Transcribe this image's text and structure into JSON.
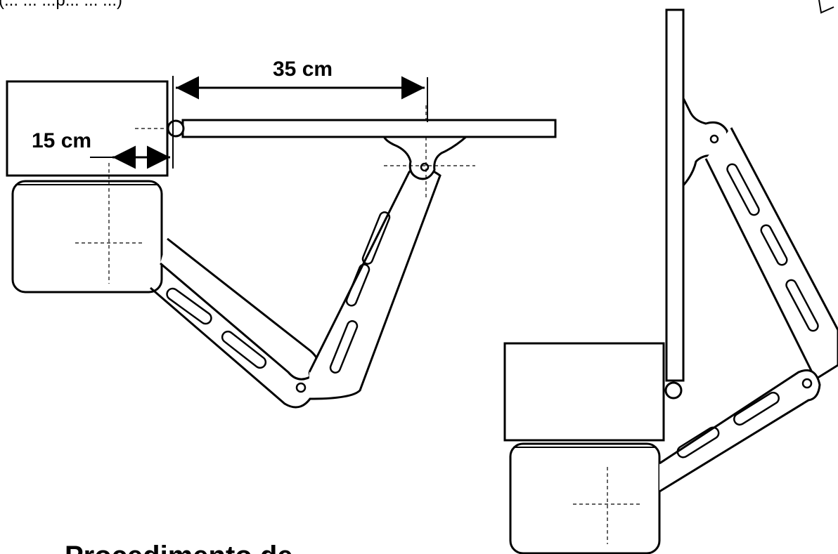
{
  "top_caption": "(... ... ...p... ... ...)",
  "dimensions": {
    "arm_length": "35 cm",
    "offset": "15 cm"
  },
  "heading": "Procedimento  de",
  "colors": {
    "stroke": "#000000",
    "background": "#ffffff"
  }
}
